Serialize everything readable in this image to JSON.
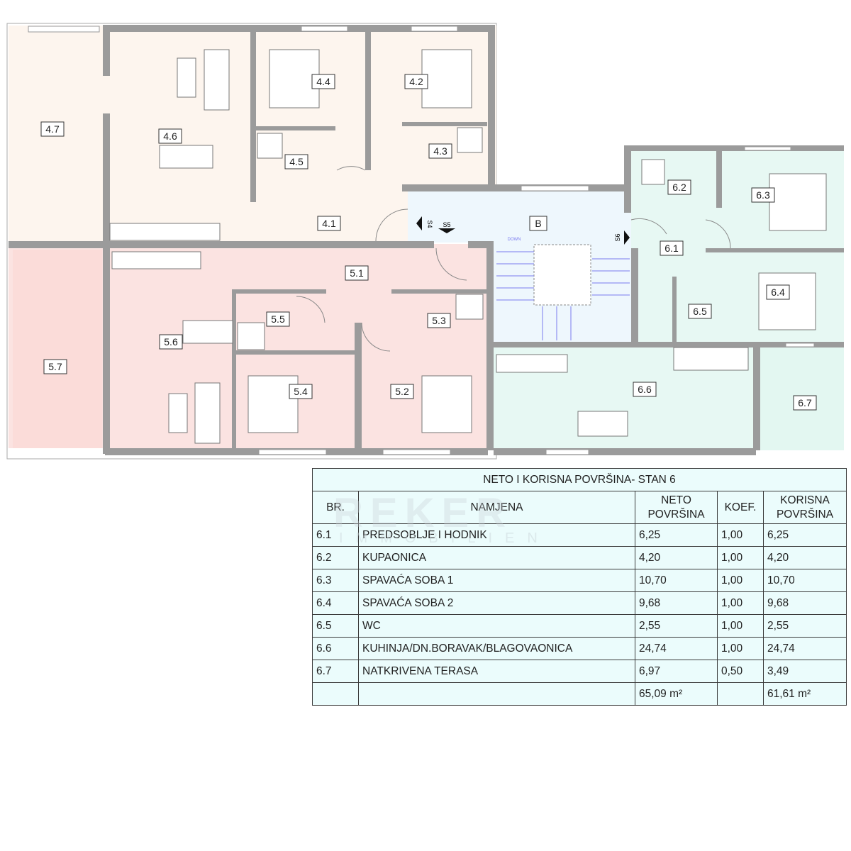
{
  "plan": {
    "rooms": {
      "r4_1": "4.1",
      "r4_2": "4.2",
      "r4_3": "4.3",
      "r4_4": "4.4",
      "r4_5": "4.5",
      "r4_6": "4.6",
      "r4_7": "4.7",
      "r5_1": "5.1",
      "r5_2": "5.2",
      "r5_3": "5.3",
      "r5_4": "5.4",
      "r5_5": "5.5",
      "r5_6": "5.6",
      "r5_7": "5.7",
      "r6_1": "6.1",
      "r6_2": "6.2",
      "r6_3": "6.3",
      "r6_4": "6.4",
      "r6_5": "6.5",
      "r6_6": "6.6",
      "r6_7": "6.7",
      "b": "B"
    },
    "sections": {
      "s4": "S4",
      "s5": "S5",
      "s6": "S6"
    },
    "stairs_label": "DOWN",
    "colors": {
      "apt4": "#fdf5ee",
      "apt5": "#fbe3e1",
      "apt6": "#e7f8f3",
      "stair": "#eef7fd",
      "wall": "#9b9b9b"
    }
  },
  "table": {
    "title": "NETO I KORISNA POVRŠINA- STAN 6",
    "headers": [
      "BR.",
      "NAMJENA",
      "NETO POVRŠINA",
      "KOEF.",
      "KORISNA POVRŠINA"
    ],
    "rows": [
      {
        "br": "6.1",
        "namjena": "PREDSOBLJE I HODNIK",
        "neto": "6,25",
        "koef": "1,00",
        "korisna": "6,25"
      },
      {
        "br": "6.2",
        "namjena": "KUPAONICA",
        "neto": "4,20",
        "koef": "1,00",
        "korisna": "4,20"
      },
      {
        "br": "6.3",
        "namjena": "SPAVAĆA SOBA 1",
        "neto": "10,70",
        "koef": "1,00",
        "korisna": "10,70"
      },
      {
        "br": "6.4",
        "namjena": "SPAVAĆA SOBA 2",
        "neto": "9,68",
        "koef": "1,00",
        "korisna": "9,68"
      },
      {
        "br": "6.5",
        "namjena": "WC",
        "neto": "2,55",
        "koef": "1,00",
        "korisna": "2,55"
      },
      {
        "br": "6.6",
        "namjena": "KUHINJA/DN.BORAVAK/BLAGOVAONICA",
        "neto": "24,74",
        "koef": "1,00",
        "korisna": "24,74"
      },
      {
        "br": "6.7",
        "namjena": "NATKRIVENA TERASA",
        "neto": "6,97",
        "koef": "0,50",
        "korisna": "3,49"
      }
    ],
    "total_neto": "65,09 m²",
    "total_korisna": "61,61 m²"
  },
  "watermark": {
    "brand": "REKER",
    "sub": "IMMOBILIEN"
  }
}
